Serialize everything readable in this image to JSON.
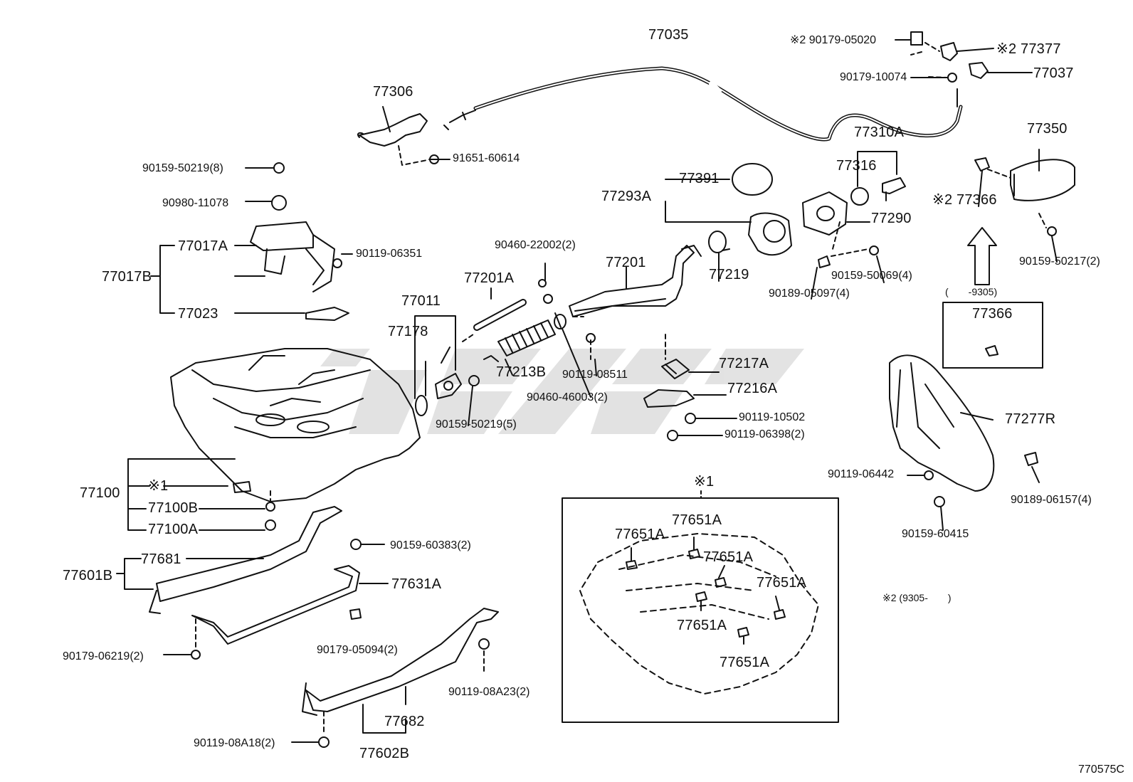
{
  "diagram": {
    "figure_code": "770575C",
    "watermark": "7745",
    "labels": {
      "p77035": "77035",
      "p2_90179_05020": "※2 90179-05020",
      "p2_77377": "※2 77377",
      "p90179_10074": "90179-10074",
      "p77037": "77037",
      "p77306": "77306",
      "p91651_60614": "91651-60614",
      "p90159_50219_8": "90159-50219(8)",
      "p90980_11078": "90980-11078",
      "p77017A": "77017A",
      "p77017B": "77017B",
      "p90119_06351": "90119-06351",
      "p77023": "77023",
      "p77310A": "77310A",
      "p77316": "77316",
      "p77350": "77350",
      "p77391": "77391",
      "p77293A": "77293A",
      "p77290": "77290",
      "p2_77366": "※2 77366",
      "p90460_22002": "90460-22002(2)",
      "p77201A": "77201A",
      "p77201": "77201",
      "p77219": "77219",
      "p90159_50069": "90159-50069(4)",
      "p90189_05097": "90189-05097(4)",
      "p90159_50217": "90159-50217(2)",
      "p9305_range_a": "(　　-9305)",
      "p77366_box": "77366",
      "p77011": "77011",
      "p77178": "77178",
      "p77213B": "77213B",
      "p90119_08511": "90119-08511",
      "p77217A": "77217A",
      "p77216A": "77216A",
      "p90460_46003": "90460-46003(2)",
      "p90159_50219_5": "90159-50219(5)",
      "p90119_10502": "90119-10502",
      "p90119_06398": "90119-06398(2)",
      "p77277R": "77277R",
      "p77100": "77100",
      "p1_note": "※1",
      "p77100B": "77100B",
      "p77100A": "77100A",
      "p1_box_note": "※1",
      "p90119_06442": "90119-06442",
      "p90189_06157": "90189-06157(4)",
      "p90159_60415": "90159-60415",
      "p77651A_1": "77651A",
      "p77651A_2": "77651A",
      "p77651A_3": "77651A",
      "p77651A_4": "77651A",
      "p77651A_5": "77651A",
      "p77651A_6": "77651A",
      "p90159_60383": "90159-60383(2)",
      "p77681": "77681",
      "p77601B": "77601B",
      "p77631A": "77631A",
      "p90179_06219": "90179-06219(2)",
      "p90179_05094": "90179-05094(2)",
      "p90119_08A23": "90119-08A23(2)",
      "p77682": "77682",
      "p90119_08A18": "90119-08A18(2)",
      "p77602B": "77602B",
      "p2_9305_range_b": "※2 (9305-　　)"
    }
  }
}
